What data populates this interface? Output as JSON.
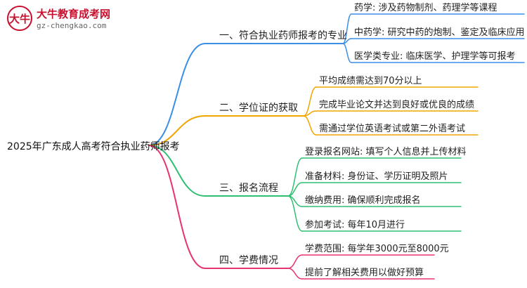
{
  "logo": {
    "mark": "大牛",
    "title": "大牛教育成考网",
    "url": "gz-chengkao.com"
  },
  "root": "2025年广东成人高考符合执业药师报考",
  "branches": [
    {
      "label": "一、符合执业药师报考的专业",
      "color": "#3a8ee6",
      "leaves": [
        "药学: 涉及药物制剂、药理学等课程",
        "中药学: 研究中药的炮制、鉴定及临床应用",
        "医学类专业: 临床医学、护理学等可报考"
      ]
    },
    {
      "label": "二、学位证的获取",
      "color": "#f0a500",
      "leaves": [
        "平均成绩需达到70分以上",
        "完成毕业论文并达到良好或优良的成绩",
        "需通过学位英语考试或第二外语考试"
      ]
    },
    {
      "label": "三、报名流程",
      "color": "#2fbf71",
      "leaves": [
        "登录报名网站: 填写个人信息并上传材料",
        "准备材料: 身份证、学历证明及照片",
        "缴纳费用: 确保顺利完成报名",
        "参加考试: 每年10月进行"
      ]
    },
    {
      "label": "四、学费情况",
      "color": "#e8336d",
      "leaves": [
        "学费范围: 每学年3000元至8000元",
        "提前了解相关费用以做好预算"
      ]
    }
  ]
}
